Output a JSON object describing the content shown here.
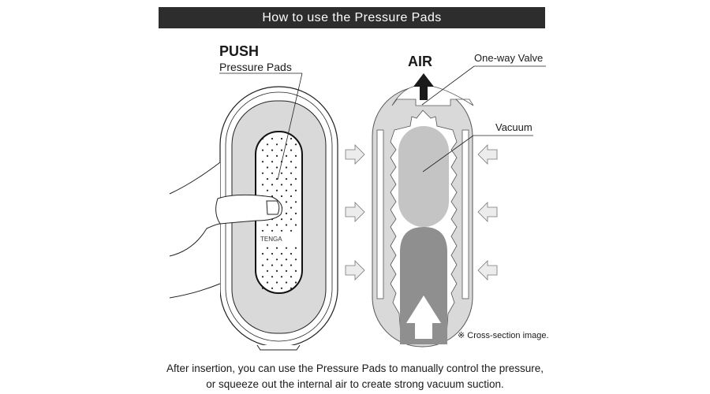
{
  "header": {
    "title": "How to use the Pressure Pads"
  },
  "left_figure": {
    "action_label": "PUSH",
    "part_label": "Pressure Pads",
    "logo_text": "TENGA"
  },
  "right_figure": {
    "air_label": "AIR",
    "valve_label": "One-way Valve",
    "vacuum_label": "Vacuum",
    "note": "※ Cross-section image."
  },
  "caption": {
    "line1": "After insertion, you can use the Pressure Pads to manually control the pressure,",
    "line2": "or squeeze out the internal air to create strong vacuum suction."
  },
  "colors": {
    "title_bg": "#2d2d2d",
    "body_fill": "#d9d9d9",
    "vacuum_fill": "#c4c4c4",
    "insert_fill": "#8f8f8f",
    "arrow_fill": "#ececec"
  }
}
